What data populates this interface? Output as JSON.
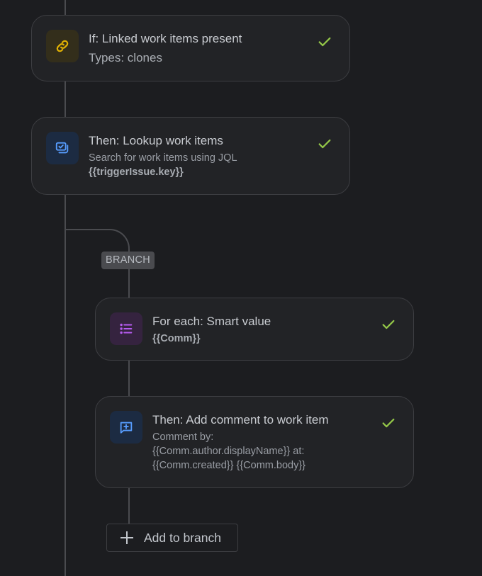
{
  "flow": {
    "nodes": [
      {
        "kind": "condition",
        "title": "If: Linked work items present",
        "subtitle": "Types: clones",
        "icon": "link-icon",
        "icon_color": "#e2b203",
        "icon_bg": "#332e1b",
        "status": "success"
      },
      {
        "kind": "action",
        "title": "Then: Lookup work items",
        "description": "Search for work items using JQL",
        "code": "{{triggerIssue.key}}",
        "icon": "lookup-work-items-icon",
        "icon_color": "#579dff",
        "icon_bg": "#1c2b42",
        "status": "success"
      }
    ],
    "branch": {
      "label": "BRANCH",
      "nodes": [
        {
          "kind": "branch",
          "title": "For each: Smart value",
          "code": "{{Comm}}",
          "icon": "list-icon",
          "icon_color": "#b65bf0",
          "icon_bg": "#35233f",
          "status": "success"
        },
        {
          "kind": "action",
          "title": "Then: Add comment to work item",
          "description_lines": [
            "Comment by:",
            "{{Comm.author.displayName}} at:",
            "{{Comm.created}} {{Comm.body}}"
          ],
          "icon": "add-comment-icon",
          "icon_color": "#579dff",
          "icon_bg": "#1c2b42",
          "status": "success"
        }
      ],
      "add_button_label": "Add to branch"
    }
  },
  "colors": {
    "background": "#1c1d20",
    "card_bg": "#222326",
    "card_border": "#3d3e42",
    "connector": "#4a4b4f",
    "success_check": "#94c748"
  }
}
